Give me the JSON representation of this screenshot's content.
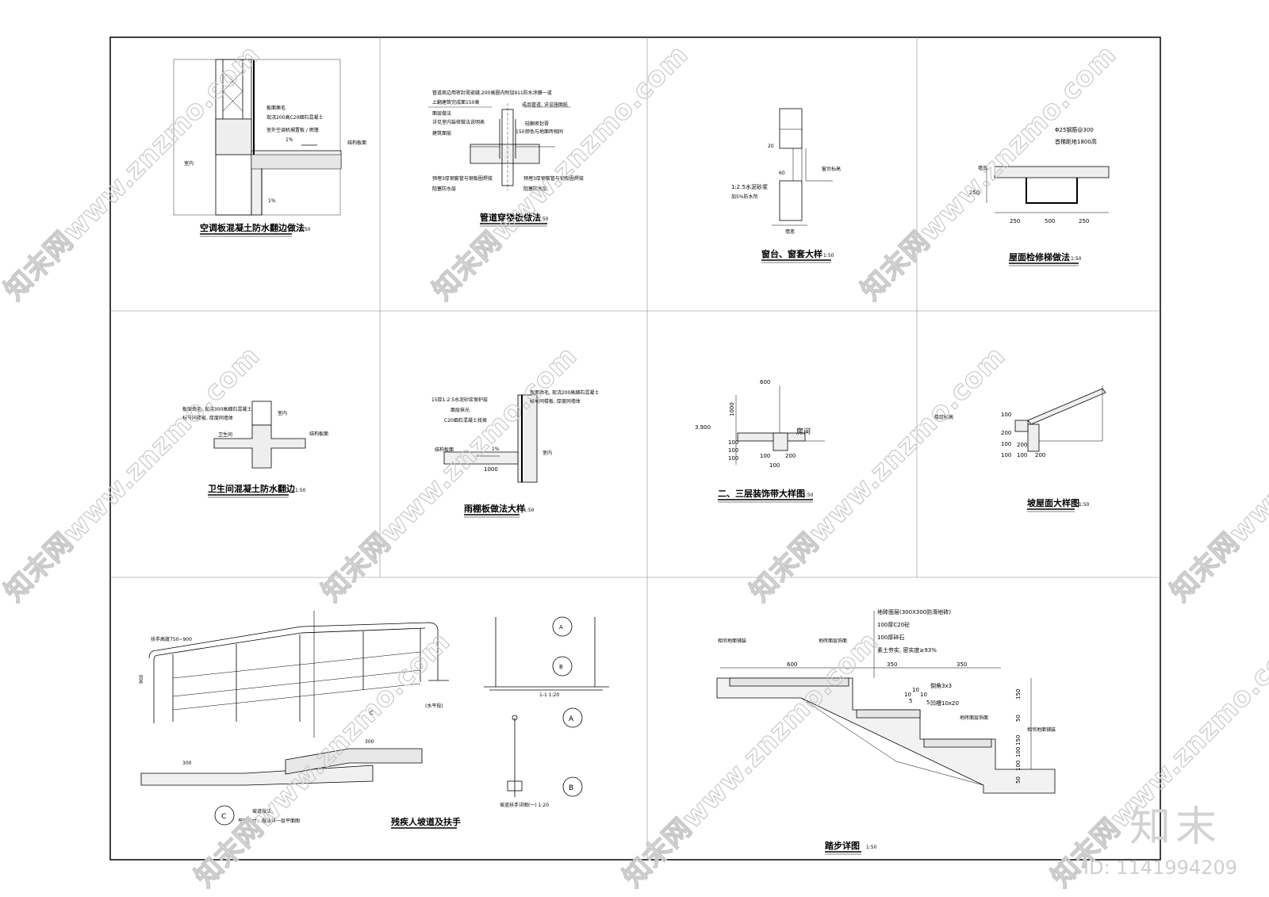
{
  "panels": {
    "p1": {
      "title": "空调板混凝土防水翻边做法",
      "scale": "1:50",
      "notes": [
        "板面凿毛",
        "现浇200高C20细石混凝土",
        "室外空调机搁置板 / 雨篷",
        "室内",
        "结构板面",
        "1%",
        "1%"
      ]
    },
    "p2": {
      "title": "管道穿楼板做法",
      "scale": "1:50",
      "notes": [
        "管道周边用密封膏嵌缝,200高圈内附加911防水涂膜一道",
        "上翻建筑完成面150高",
        "面层做法",
        "详见室内装修做法说明表",
        "建筑面层",
        "成品管道, 详设施图纸",
        "硅酮密封膏",
        "颜色与地面砖相同",
        "预埋3厚钢套管与钢板圈焊接",
        "预埋3厚钢套管与钢板圈焊接",
        "阻塞防水层",
        "阻塞防水层",
        "150"
      ]
    },
    "p3": {
      "title": "窗台、窗套大样",
      "scale": "1:50",
      "notes": [
        "1:2.5水泥砂浆",
        "加5%防水剂",
        "窗台标高",
        "墙宽",
        "20",
        "60"
      ]
    },
    "p4": {
      "title": "屋面检修梯做法",
      "scale": "1:50",
      "notes": [
        "Φ25钢筋@300",
        "首梯距地1800高",
        "250",
        "250",
        "500",
        "250",
        "墙宽"
      ]
    },
    "p5": {
      "title": "卫生间混凝土防水翻边",
      "scale": "1:50",
      "notes": [
        "板面凿毛, 现浇300高细石混凝土",
        "标号同楼板, 厚度同墙体",
        "室内",
        "卫生间",
        "结构板面"
      ]
    },
    "p6": {
      "title": "雨棚板做法大样",
      "scale": "1:50",
      "notes": [
        "15厚1:2.5水泥砂浆保护层",
        "面层抹光",
        "C20细石混凝土找坡",
        "板面凿毛, 现浇200高细石混凝土",
        "标号同楼板, 厚度同墙体",
        "结构板面",
        "室内",
        "1%",
        "1000"
      ]
    },
    "p7": {
      "title": "二、三层装饰带大样图",
      "scale": "1:50",
      "notes": [
        "600",
        "1000",
        "3.900",
        "房间",
        "100",
        "200",
        "100",
        "100",
        "100",
        "100"
      ]
    },
    "p8": {
      "title": "坡屋面大样图",
      "scale": "1:50",
      "notes": [
        "楼层标高",
        "100",
        "200",
        "100",
        "100",
        "100",
        "200",
        "200"
      ]
    },
    "p9": {
      "title": "残疾人坡道及扶手",
      "scale": "",
      "notes": [
        "扶手高度750~900",
        "900",
        "(水平段)",
        "坡道做法",
        "平面尺寸、做法详一层平面图",
        "1-1  1:20",
        "坡道扶手详图(一)  1:20",
        "300",
        "300",
        "A",
        "B",
        "C",
        "A",
        "B",
        "C"
      ]
    },
    "p10": {
      "title": "踏步详图",
      "scale": "1:50",
      "notes": [
        "地砖面层(300X300防滑地砖)",
        "100厚C20砼",
        "100厚碎石",
        "素土夯实, 密实度≥93%",
        "相邻地面铺装",
        "地砖面层饰面",
        "600",
        "350",
        "350",
        "倒角3x3",
        "凹槽10x20",
        "地砖面层饰面",
        "相邻地面铺装",
        "150",
        "150",
        "100",
        "50",
        "100",
        "50",
        "10",
        "5",
        "10",
        "10",
        "5"
      ]
    }
  },
  "watermark": {
    "text": "知末网www.znzmo.com",
    "logo": "知末",
    "id": "ID: 1141994209"
  }
}
